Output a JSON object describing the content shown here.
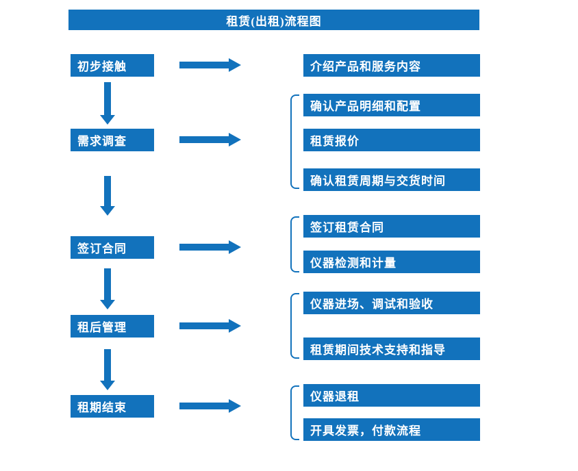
{
  "title": "租赁(出租)流程图",
  "stages": [
    {
      "label": "初步接触",
      "details": [
        "介绍产品和服务内容"
      ]
    },
    {
      "label": "需求调查",
      "details": [
        "确认产品明细和配置",
        "租赁报价",
        "确认租赁周期与交货时间"
      ]
    },
    {
      "label": "签订合同",
      "details": [
        "签订租赁合同",
        "仪器检测和计量"
      ]
    },
    {
      "label": "租后管理",
      "details": [
        "仪器进场、调试和验收",
        "租赁期间技术支持和指导"
      ]
    },
    {
      "label": "租期结束",
      "details": [
        "仪器退租",
        "开具发票，付款流程"
      ]
    }
  ],
  "colors": {
    "primary": "#1272bc",
    "text_on_primary": "#ffffff",
    "background": "#ffffff"
  }
}
